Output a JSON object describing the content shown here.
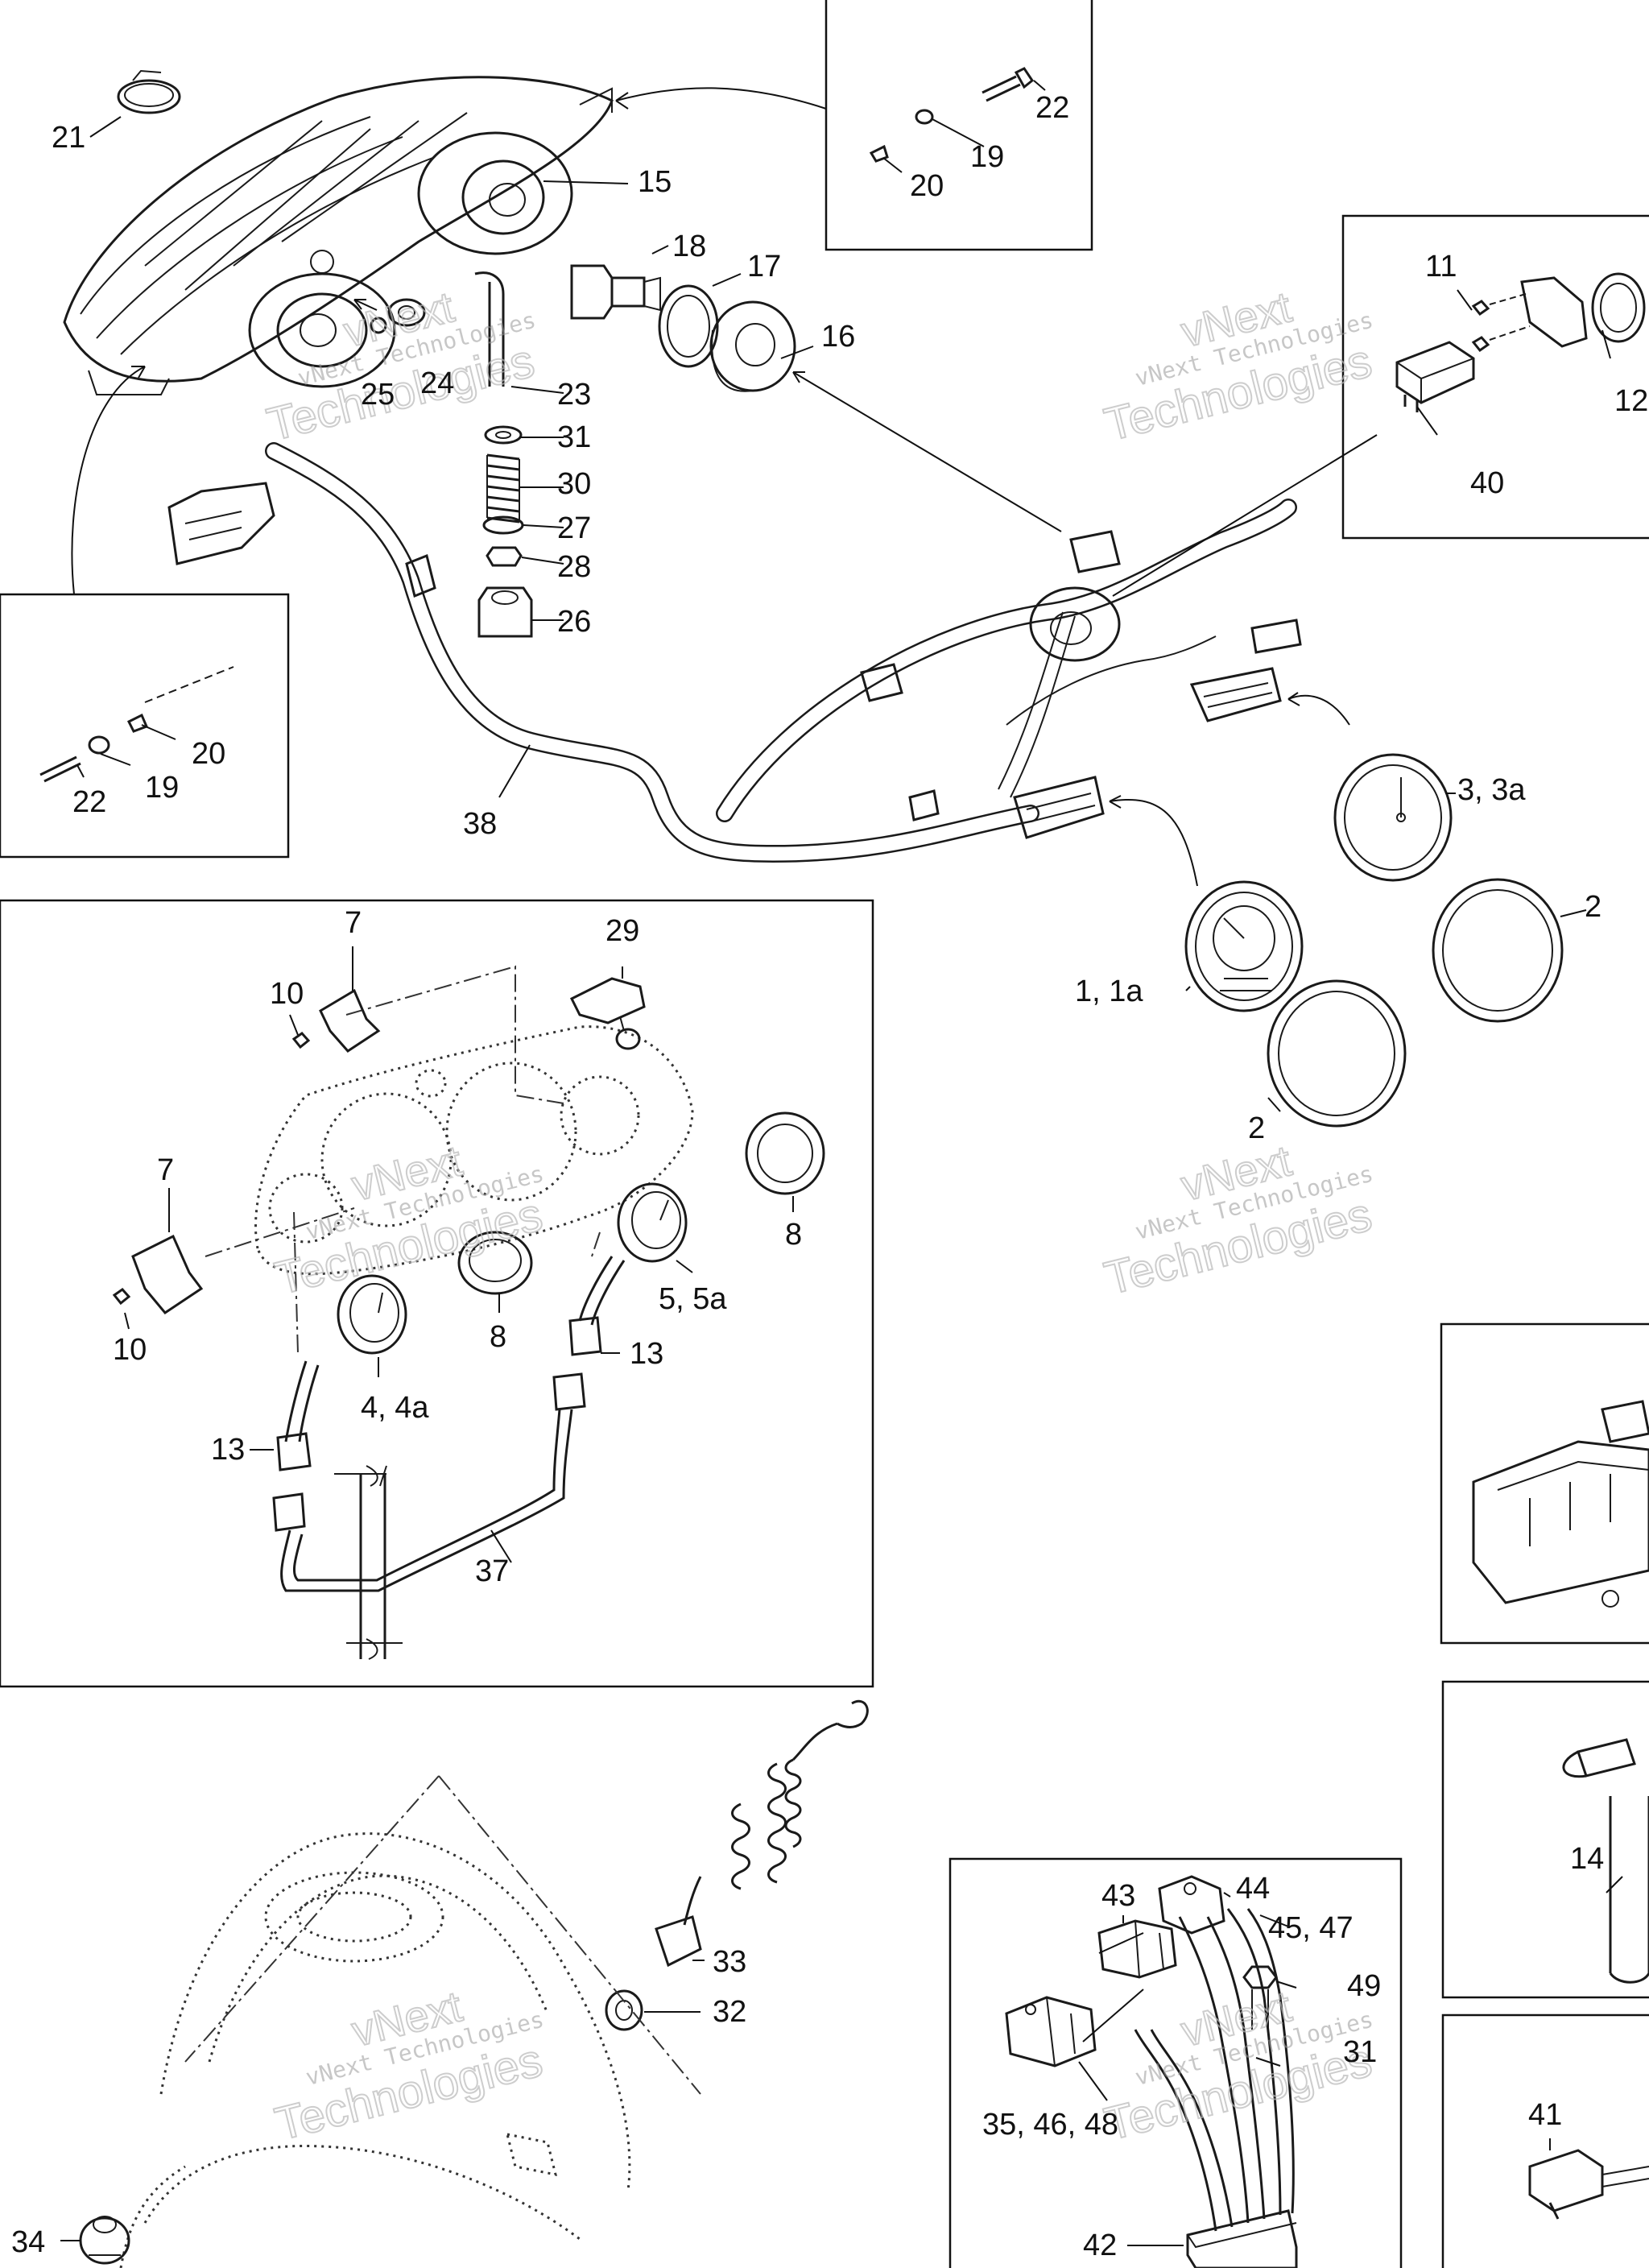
{
  "labels": {
    "l1": "1, 1a",
    "l2a": "2",
    "l2b": "2",
    "l3": "3, 3a",
    "l4": "4, 4a",
    "l5": "5, 5a",
    "l7a": "7",
    "l7b": "7",
    "l8a": "8",
    "l8b": "8",
    "l10a": "10",
    "l10b": "10",
    "l11": "11",
    "l12": "12",
    "l13a": "13",
    "l13b": "13",
    "l14": "14",
    "l15": "15",
    "l16": "16",
    "l17": "17",
    "l18": "18",
    "l19a": "19",
    "l19b": "19",
    "l20a": "20",
    "l20b": "20",
    "l21": "21",
    "l22a": "22",
    "l22b": "22",
    "l23": "23",
    "l24": "24",
    "l25": "25",
    "l26": "26",
    "l27": "27",
    "l28": "28",
    "l29": "29",
    "l30": "30",
    "l31a": "31",
    "l31b": "31",
    "l32": "32",
    "l33": "33",
    "l34": "34",
    "l35": "35, 46, 48",
    "l37": "37",
    "l38": "38",
    "l40": "40",
    "l41": "41",
    "l42": "42",
    "l43": "43",
    "l44": "44",
    "l45": "45, 47",
    "l49": "49"
  },
  "watermark": {
    "line1": "vNext",
    "line2": "vNext Technologies",
    "line3": "Technologies"
  },
  "colors": {
    "ink": "#1a1a1a",
    "watermark": "#9a9a9a",
    "background": "#ffffff"
  }
}
